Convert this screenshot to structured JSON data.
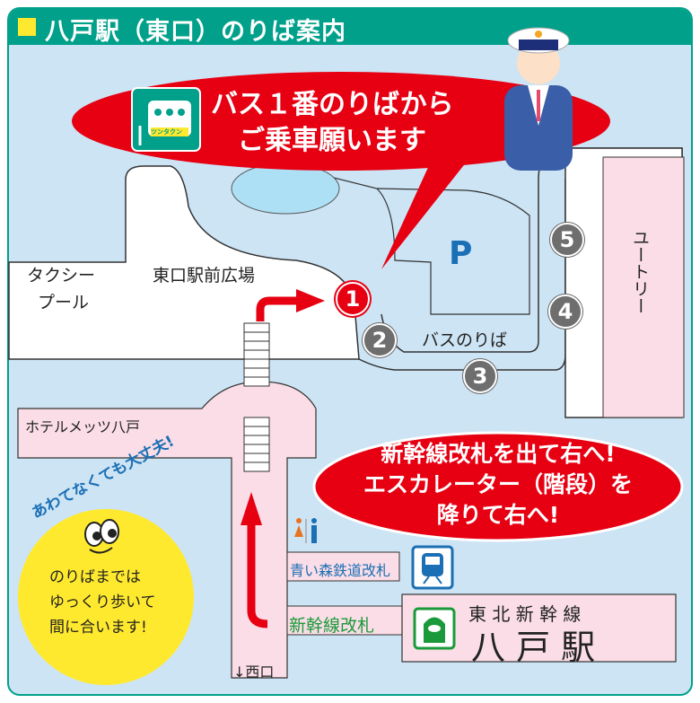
{
  "header": {
    "title": "八戸駅（東口）のりば案内"
  },
  "callout_top": {
    "line1": "バス１番のりばから",
    "line2": "ご乗車願います",
    "taxi_sign": "TAXI",
    "taxi_brand": "ツンタクン"
  },
  "callout_bottom": {
    "line1": "新幹線改札を出て右へ!",
    "line2": "エスカレーター（階段）を",
    "line3": "降りて右へ!"
  },
  "labels": {
    "taxi_pool_1": "タクシー",
    "taxi_pool_2": "プール",
    "plaza": "東口駅前広場",
    "parking": "P",
    "bus_stops": "バスのりば",
    "utory": "ユートリー",
    "hotel": "ホテルメッツ八戸",
    "aoimori_gate": "青い森鉄道改札",
    "shinkansen_gate": "新幹線改札",
    "west_exit": "↓西口"
  },
  "bus_stop_numbers": [
    "1",
    "2",
    "3",
    "4",
    "5"
  ],
  "station": {
    "line": "東 北 新 幹 線",
    "name": "八 戸 駅"
  },
  "reassure": {
    "arc": "あわてなくても大丈夫!",
    "line1": "のりばまでは",
    "line2": "ゆっくり歩いて",
    "line3": "間に合います!"
  },
  "colors": {
    "teal": "#00a08a",
    "red": "#e60012",
    "pink": "#fadde6",
    "yellow": "#ffe92e"
  }
}
